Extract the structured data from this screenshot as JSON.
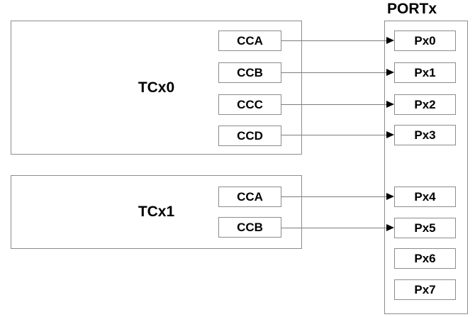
{
  "diagram": {
    "port": {
      "title": "PORTx",
      "pins": [
        "Px0",
        "Px1",
        "Px2",
        "Px3",
        "Px4",
        "Px5",
        "Px6",
        "Px7"
      ]
    },
    "timers": [
      {
        "label": "TCx0",
        "channels": [
          "CCA",
          "CCB",
          "CCC",
          "CCD"
        ]
      },
      {
        "label": "TCx1",
        "channels": [
          "CCA",
          "CCB"
        ]
      }
    ],
    "connections": [
      {
        "from": "TCx0 CCA",
        "to": "Px0"
      },
      {
        "from": "TCx0 CCB",
        "to": "Px1"
      },
      {
        "from": "TCx0 CCC",
        "to": "Px2"
      },
      {
        "from": "TCx0 CCD",
        "to": "Px3"
      },
      {
        "from": "TCx1 CCA",
        "to": "Px4"
      },
      {
        "from": "TCx1 CCB",
        "to": "Px5"
      }
    ],
    "colors": {
      "border": "#8c8c8c",
      "connector": "#7d7d7d",
      "arrowhead": "#000000",
      "text": "#000000",
      "background": "#ffffff"
    }
  }
}
